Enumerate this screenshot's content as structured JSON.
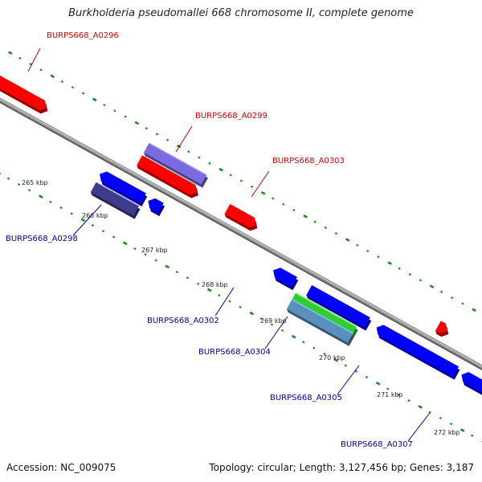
{
  "title": "Burkholderia pseudomallei 668 chromosome II, complete genome",
  "accession": "Accession: NC_009075",
  "summary": "Topology: circular; Length: 3,127,456 bp; Genes: 3,187",
  "colors": {
    "forward_gene": "#ff0000",
    "reverse_gene": "#0000ff",
    "forward_label": "#cc0000",
    "reverse_label": "#0000aa",
    "backbone": "#8c8c8c",
    "ticks": "#1a8c1a",
    "purple_gene": "#7b6be0",
    "dark_purple_gene": "#3e3a8c",
    "green_gene": "#33cc33",
    "steel_gene": "#5a8fc0"
  },
  "kbp_labels": [
    "265 kbp",
    "266 kbp",
    "267 kbp",
    "268 kbp",
    "269 kbp",
    "270 kbp",
    "271 kbp",
    "272 kbp"
  ],
  "gene_labels": [
    {
      "text": "BURPS668_A0296",
      "strand": "forward"
    },
    {
      "text": "BURPS668_A0299",
      "strand": "forward"
    },
    {
      "text": "BURPS668_A0303",
      "strand": "forward"
    },
    {
      "text": "BURPS668_A0298",
      "strand": "reverse"
    },
    {
      "text": "BURPS668_A0302",
      "strand": "reverse"
    },
    {
      "text": "BURPS668_A0304",
      "strand": "reverse"
    },
    {
      "text": "BURPS668_A0305",
      "strand": "reverse"
    },
    {
      "text": "BURPS668_A0307",
      "strand": "reverse"
    }
  ]
}
